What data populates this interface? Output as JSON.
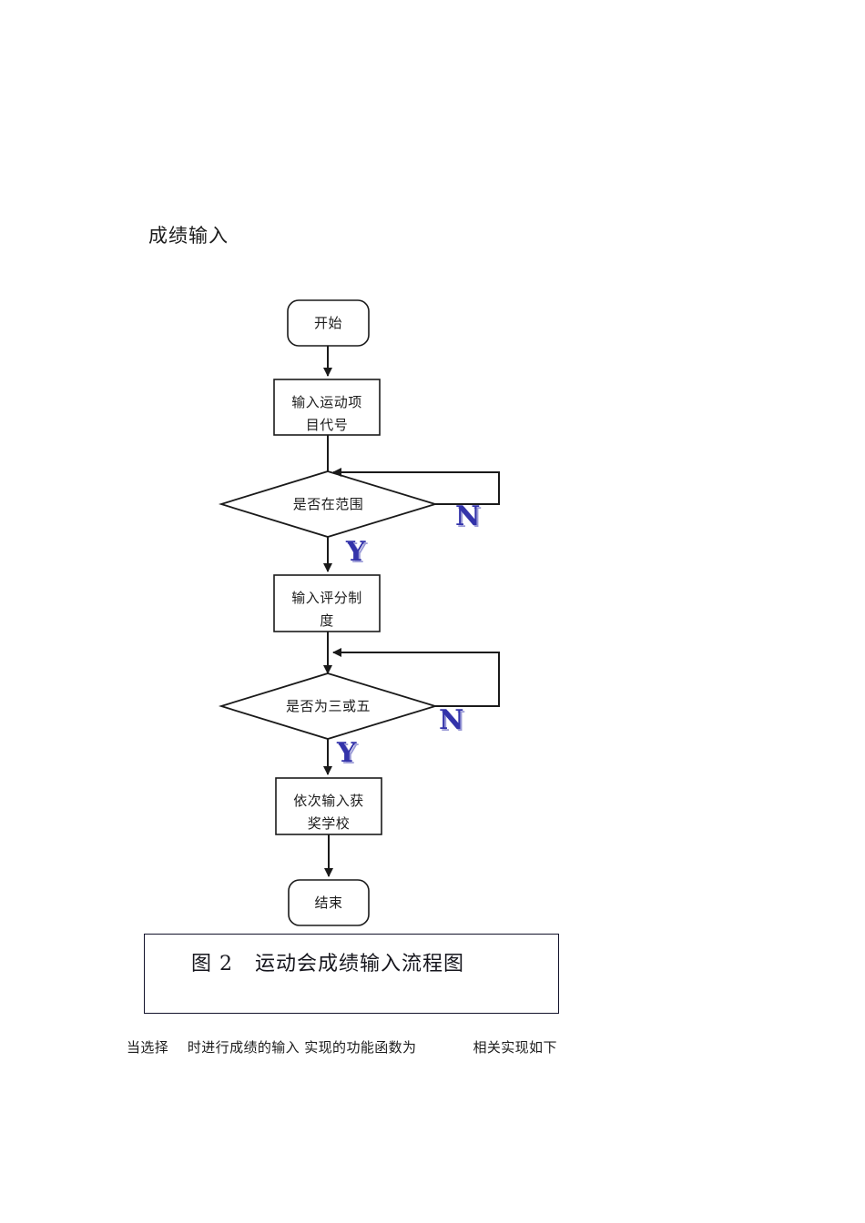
{
  "page": {
    "section_title": "成绩输入",
    "body_text": "当选择    时进行成绩的输入 实现的功能函数为            相关实现如下",
    "caption": "图 2   运动会成绩输入流程图"
  },
  "flowchart": {
    "title": "运动会成绩输入流程图",
    "type": "flowchart",
    "nodes": [
      {
        "id": "start",
        "shape": "terminator",
        "label": "开始"
      },
      {
        "id": "input1",
        "shape": "process",
        "label": "输入运动项\n目代号"
      },
      {
        "id": "check1",
        "shape": "decision",
        "label": "是否在范围"
      },
      {
        "id": "input2",
        "shape": "process",
        "label": "输入评分制\n度"
      },
      {
        "id": "check2",
        "shape": "decision",
        "label": "是否为三或五"
      },
      {
        "id": "input3",
        "shape": "process",
        "label": "依次输入获\n奖学校"
      },
      {
        "id": "end",
        "shape": "terminator",
        "label": "结束"
      }
    ],
    "edges": [
      {
        "from": "start",
        "to": "input1",
        "label": ""
      },
      {
        "from": "input1",
        "to": "check1",
        "label": ""
      },
      {
        "from": "check1",
        "to": "input2",
        "label": "Y"
      },
      {
        "from": "check1",
        "to": "check1",
        "label": "N"
      },
      {
        "from": "input2",
        "to": "check2",
        "label": ""
      },
      {
        "from": "check2",
        "to": "input3",
        "label": "Y"
      },
      {
        "from": "check2",
        "to": "check2",
        "label": "N"
      },
      {
        "from": "input3",
        "to": "end",
        "label": ""
      }
    ],
    "branch_labels": {
      "yes": "Y",
      "no": "N"
    },
    "colors": {
      "line": "#1a1a1a",
      "branch_label": "#3333aa",
      "branch_label_shadow": "#9a9ad6",
      "node_fill": "#ffffff",
      "text": "#1c1c1c"
    }
  }
}
